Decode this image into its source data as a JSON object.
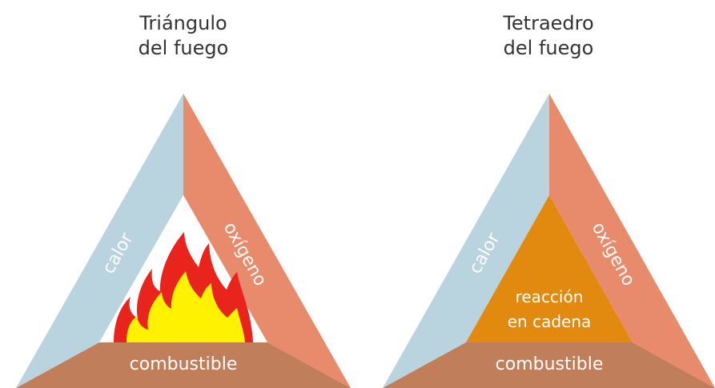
{
  "triangle": {
    "title_line1": "Triángulo",
    "title_line2": "del fuego",
    "side_left": "calor",
    "side_right": "oxígeno",
    "base": "combustible"
  },
  "tetrahedron": {
    "title_line1": "Tetraedro",
    "title_line2": "del fuego",
    "side_left": "calor",
    "side_right": "oxígeno",
    "base": "combustible",
    "center_line1": "reacción",
    "center_line2": "en cadena"
  },
  "colors": {
    "heat": "#b9d3df",
    "oxygen": "#e88a6c",
    "fuel": "#c17e5b",
    "chain_reaction": "#e2890f",
    "flame_red": "#e8241c",
    "flame_yellow": "#fff200"
  }
}
